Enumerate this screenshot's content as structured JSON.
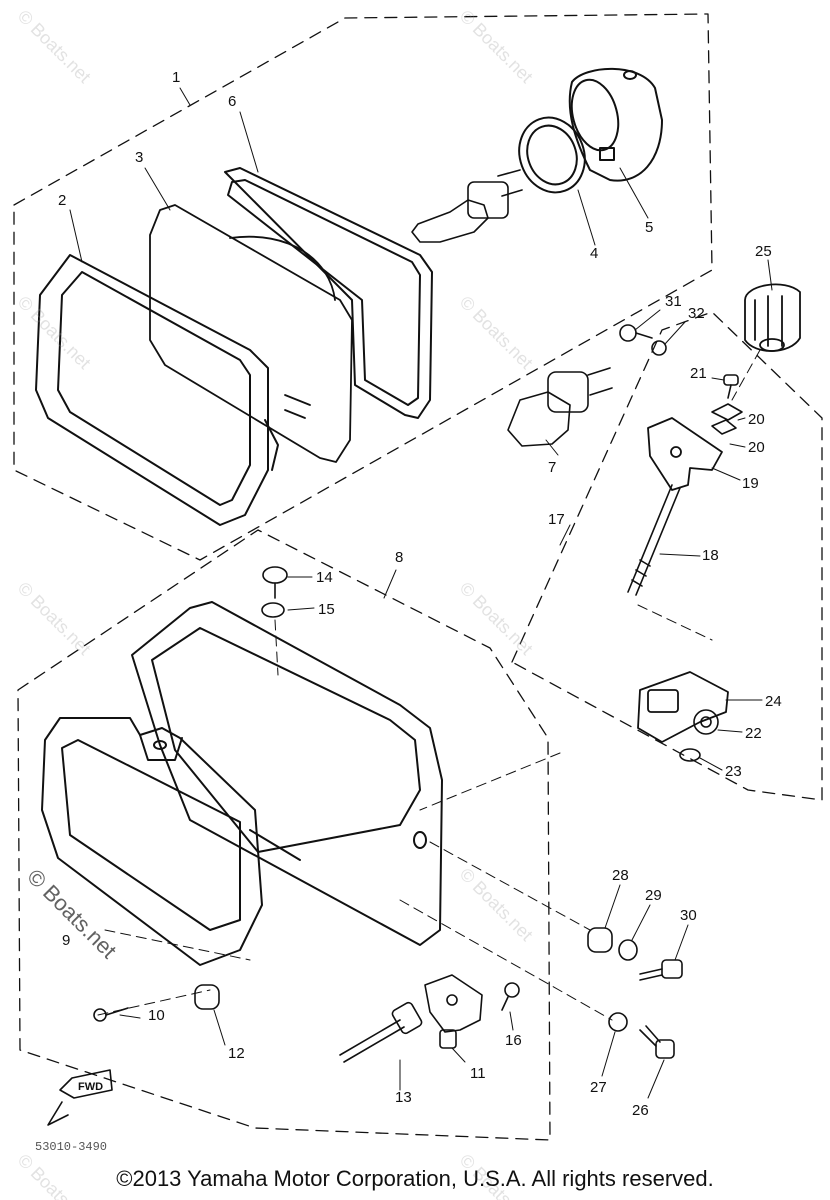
{
  "diagram": {
    "part_numbers": [
      "1",
      "2",
      "3",
      "4",
      "5",
      "6",
      "7",
      "8",
      "9",
      "10",
      "11",
      "12",
      "13",
      "14",
      "15",
      "16",
      "17",
      "18",
      "19",
      "20",
      "20",
      "21",
      "22",
      "23",
      "24",
      "25",
      "26",
      "27",
      "28",
      "29",
      "30",
      "31",
      "32"
    ],
    "drawing_code": "53010-3490",
    "fwd_label": "FWD"
  },
  "watermark": "© Boats.net",
  "copyright": "©2013 Yamaha Motor Corporation, U.S.A. All rights reserved."
}
